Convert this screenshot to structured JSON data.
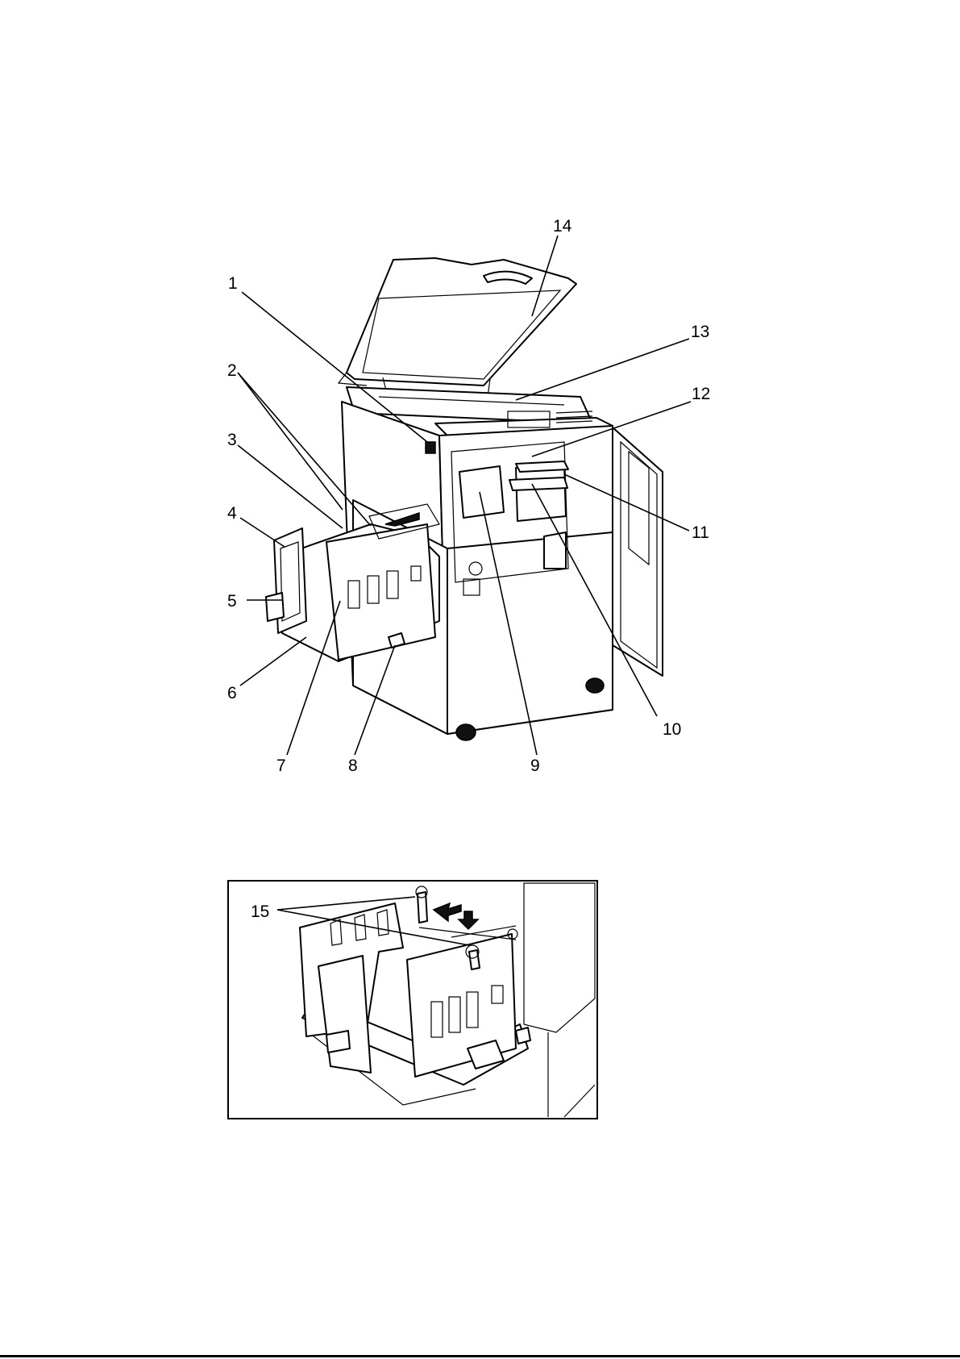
{
  "main_figure": {
    "callouts": [
      "1",
      "2",
      "3",
      "4",
      "5",
      "6",
      "7",
      "8",
      "9",
      "10",
      "11",
      "12",
      "13",
      "14"
    ]
  },
  "inset_figure": {
    "callouts": [
      "15"
    ]
  },
  "colors": {
    "ink": "#000000",
    "paper": "#ffffff"
  }
}
